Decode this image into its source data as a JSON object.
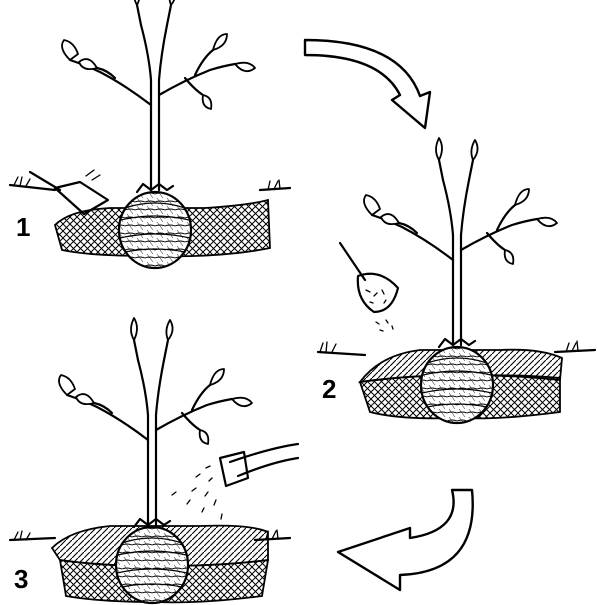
{
  "steps": [
    {
      "number": "1"
    },
    {
      "number": "2"
    },
    {
      "number": "3"
    }
  ],
  "colors": {
    "ink": "#000000",
    "paper": "#ffffff"
  },
  "icons": [
    "trowel-icon",
    "shovel-with-soil-icon",
    "watering-hose-icon",
    "curved-arrow-right-down-icon",
    "curved-arrow-left-icon"
  ]
}
